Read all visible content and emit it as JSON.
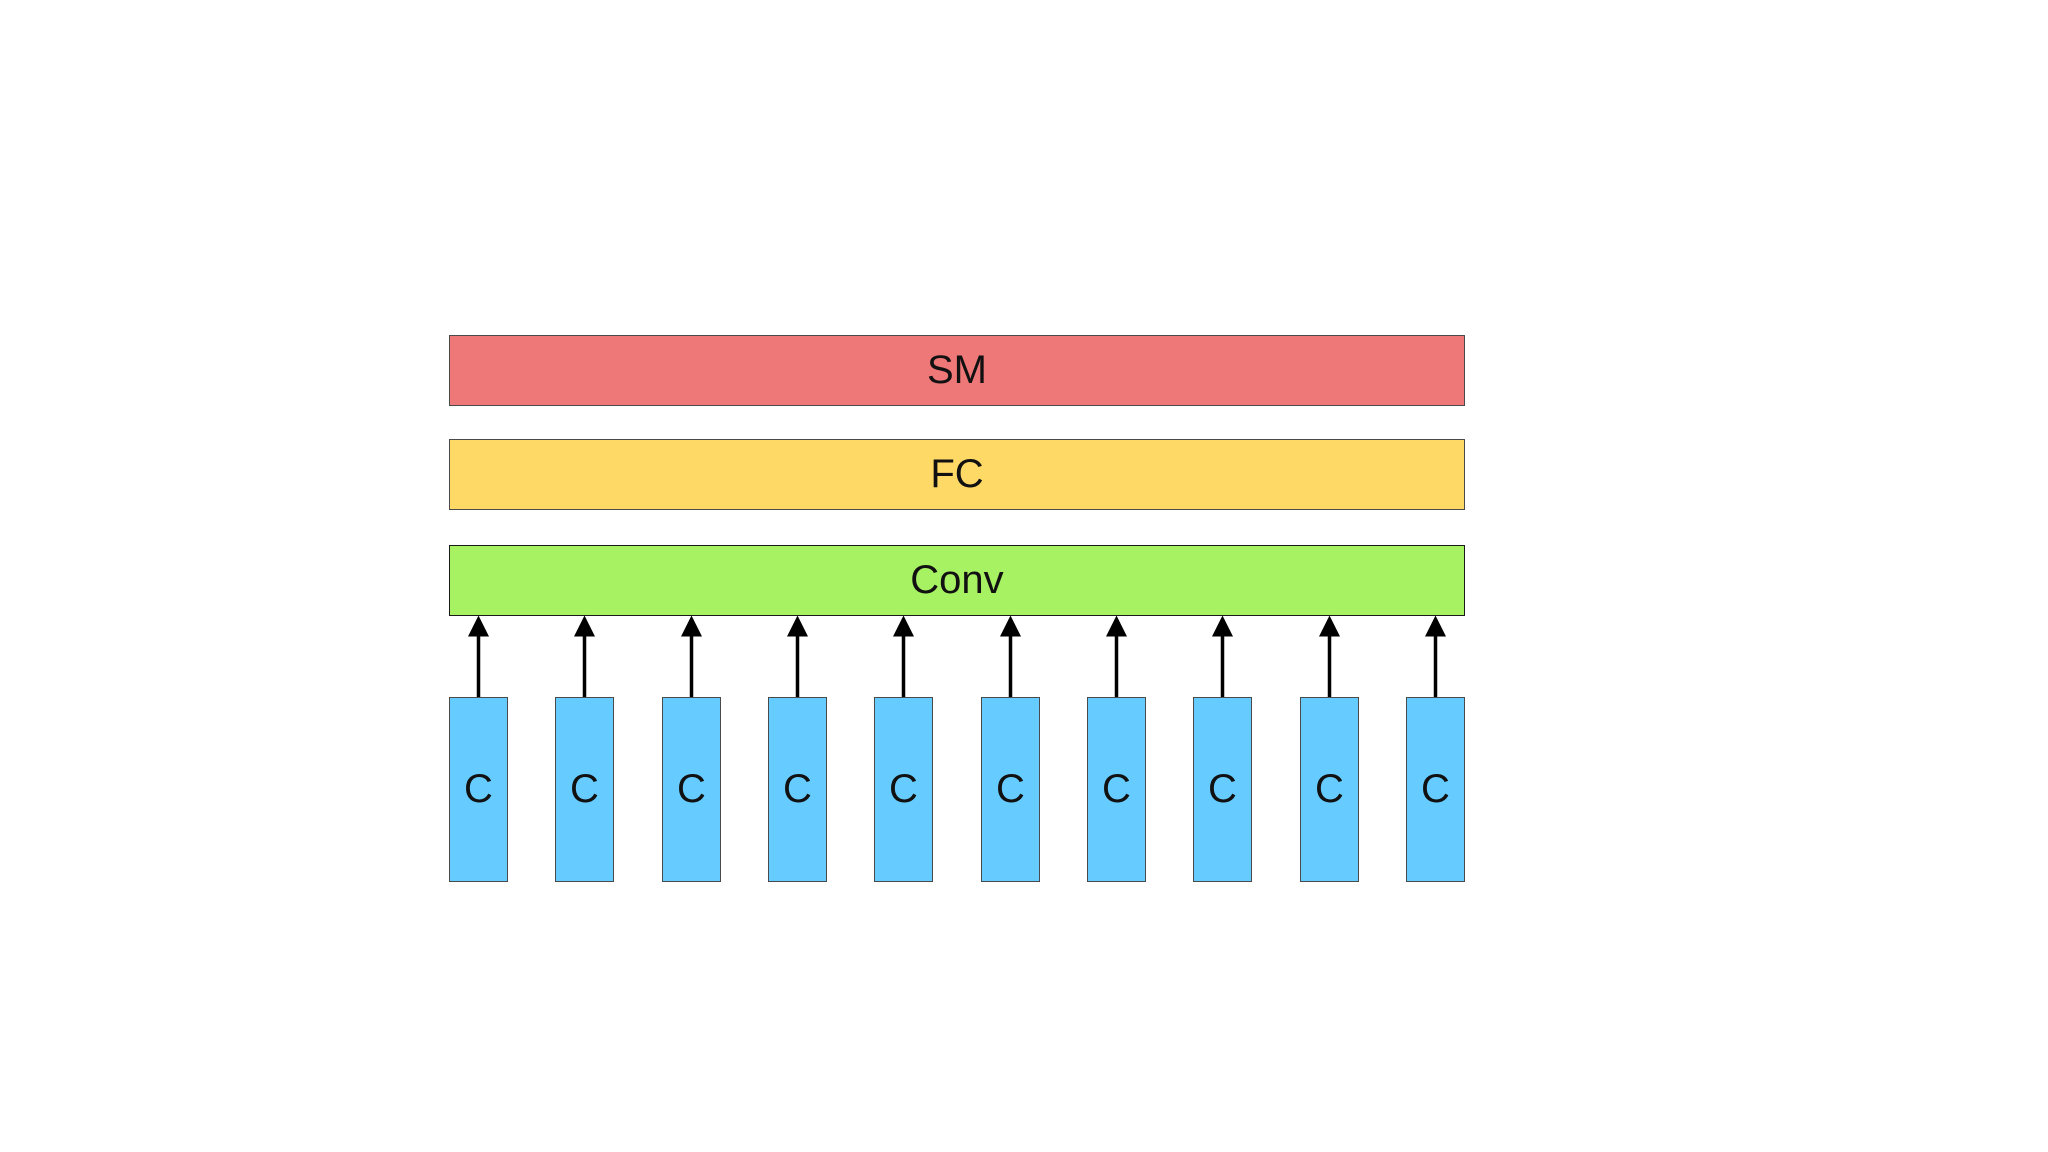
{
  "diagram": {
    "layers": [
      {
        "id": "sm",
        "label": "SM",
        "color": "#ee7777"
      },
      {
        "id": "fc",
        "label": "FC",
        "color": "#ffd966"
      },
      {
        "id": "conv",
        "label": "Conv",
        "color": "#a6f262"
      }
    ],
    "cells": [
      "C",
      "C",
      "C",
      "C",
      "C",
      "C",
      "C",
      "C",
      "C",
      "C"
    ],
    "cell_color": "#66ccff",
    "arrow_color": "#000000"
  }
}
